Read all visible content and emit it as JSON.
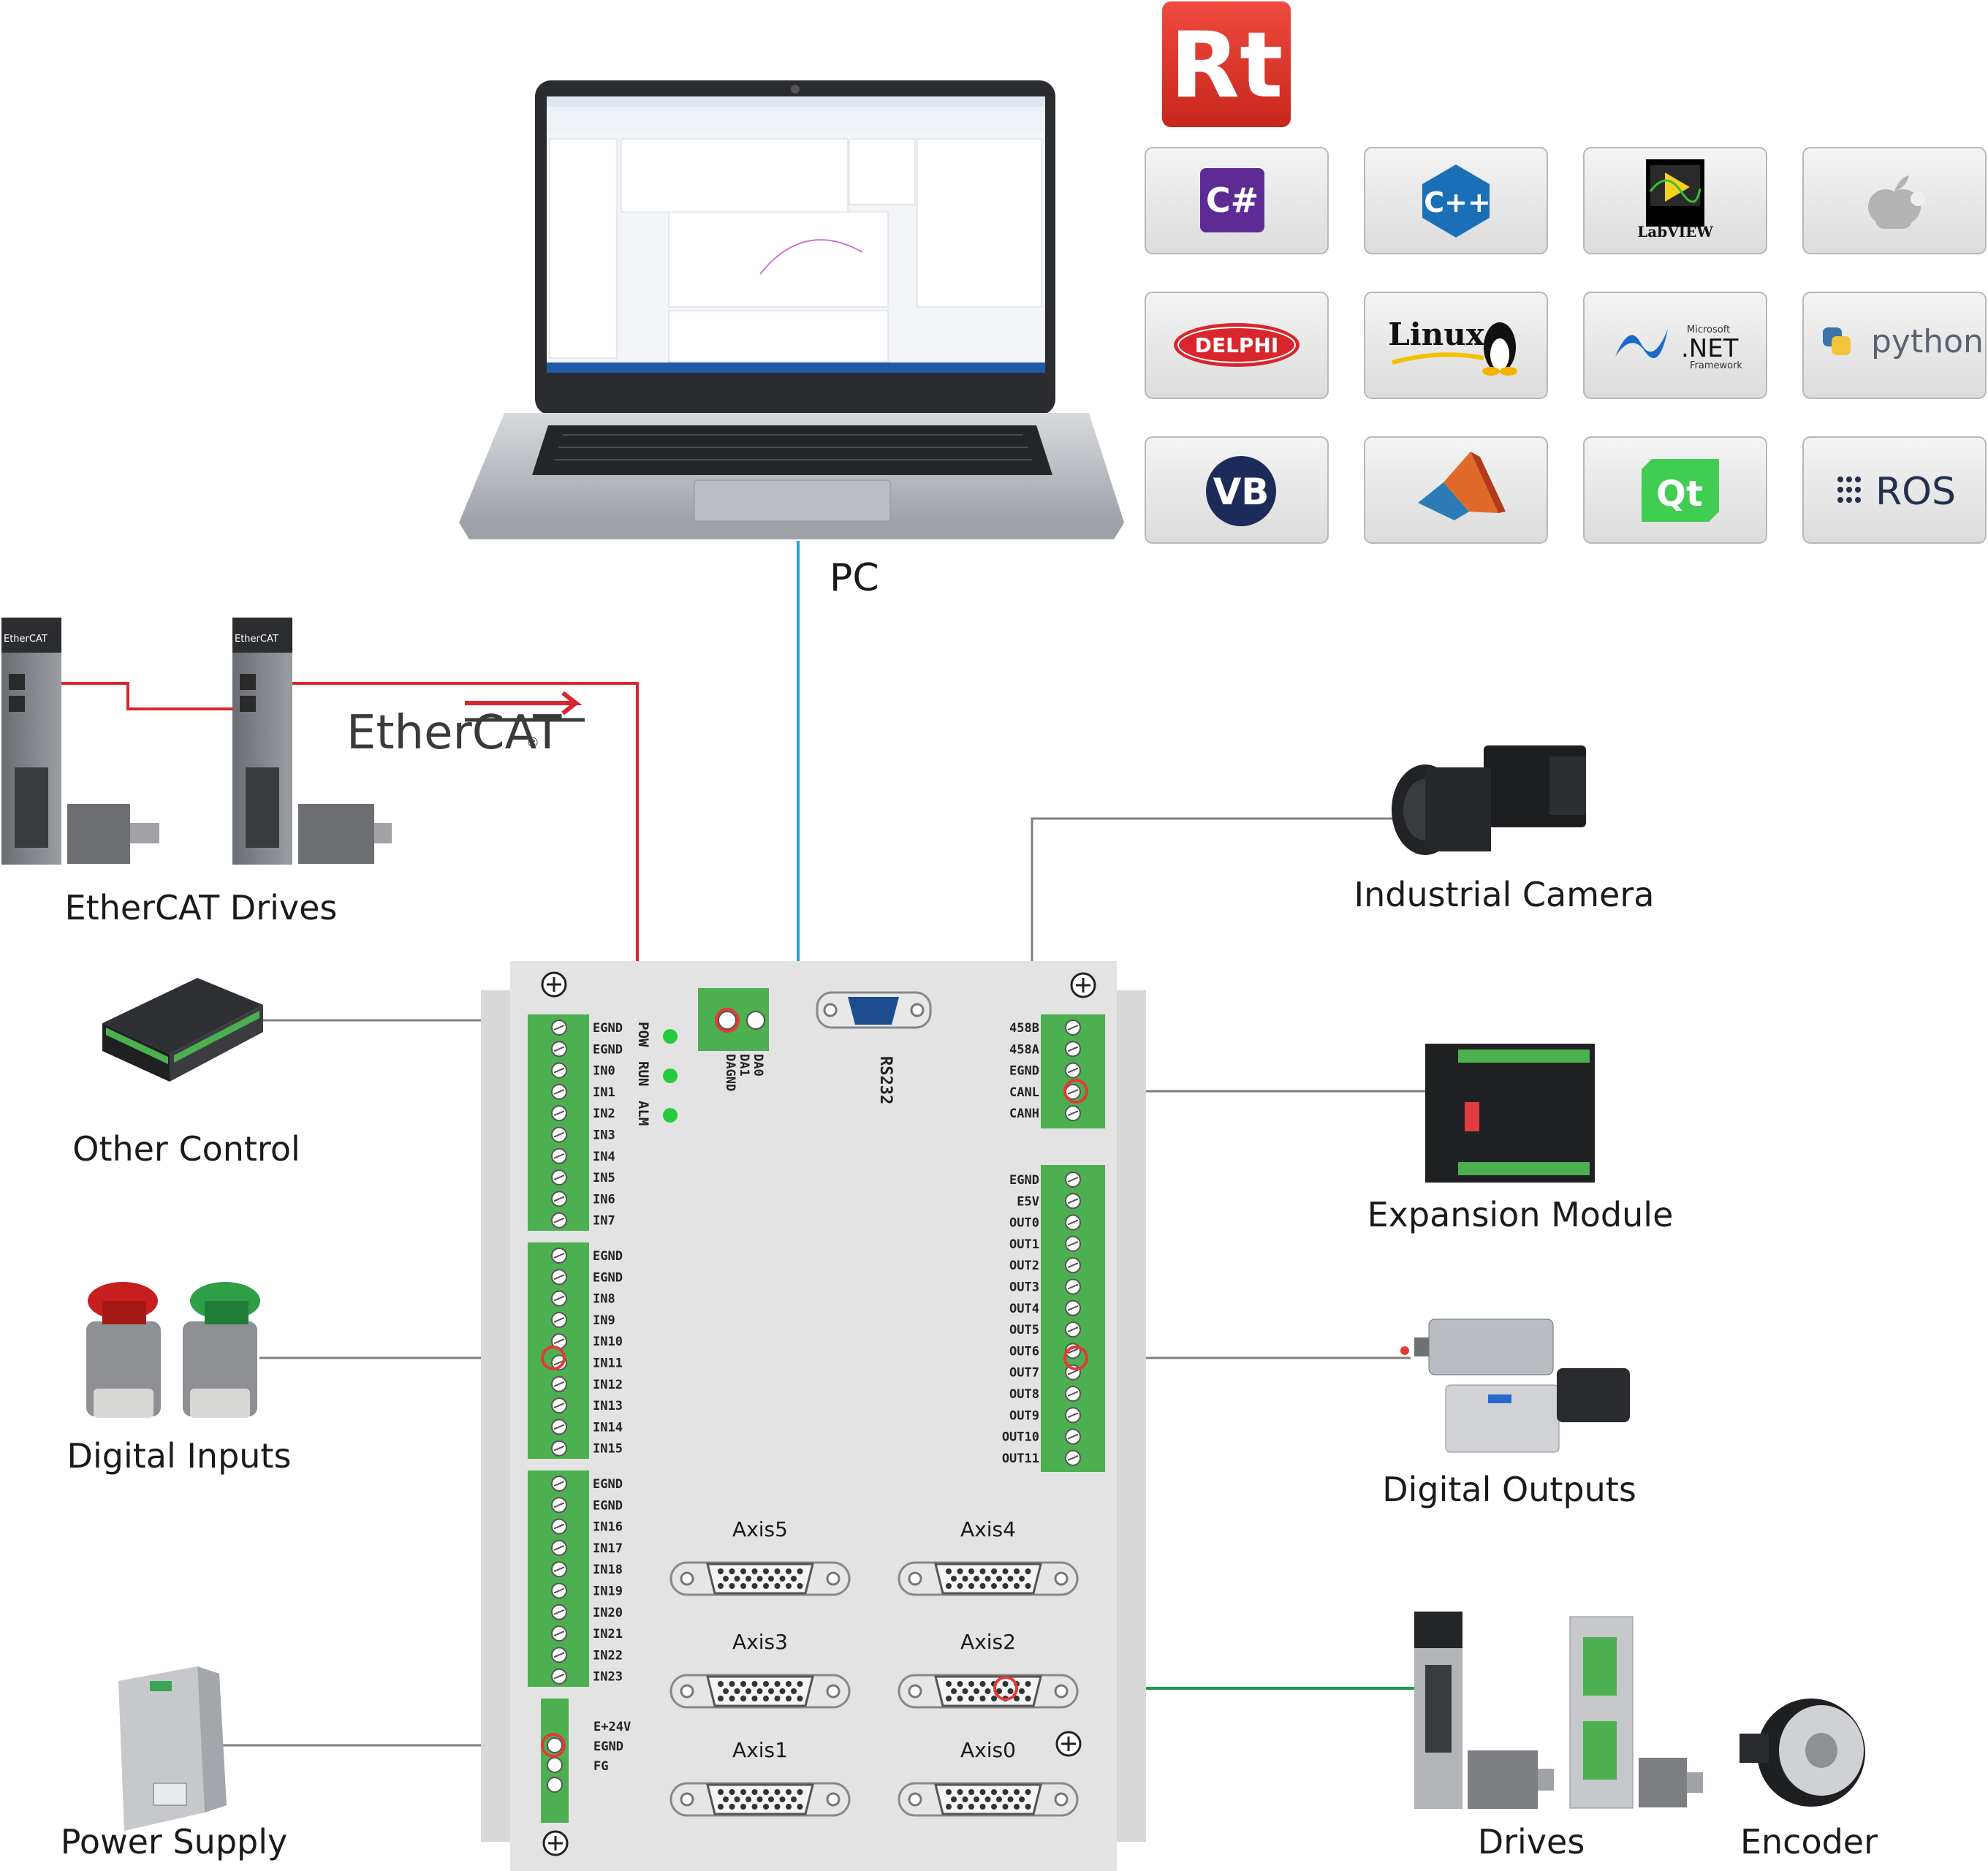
{
  "colors": {
    "ethercat_line": "#d9262c",
    "pc_line": "#2a9fd8",
    "device_line": "#777777",
    "drive_line": "#1a9a50",
    "terminal_green": "#4caf50",
    "board": "#e2e2e2",
    "led_green": "#27c93f",
    "accent_red": "#e53935"
  },
  "logos": {
    "rt": "Rt",
    "csharp": "C#",
    "cpp": "C++",
    "labview": "LabVIEW",
    "apple": "apple-icon",
    "delphi": "DELPHI",
    "linux": "Linux",
    "dotnet_brand": "Microsoft",
    "dotnet": ".NET",
    "dotnet_sub": "Framework",
    "python": "python",
    "vb": "VB",
    "matlab": "matlab-icon",
    "qt": "Qt",
    "ros": "ROS"
  },
  "labels": {
    "pc": "PC",
    "ethercat_logo": "EtherCAT",
    "ethercat_mark": "®",
    "ethercat_drives": "EtherCAT Drives",
    "ethercat_drive_brand": "EtherCAT",
    "other_control": "Other Control",
    "digital_inputs": "Digital Inputs",
    "power_supply": "Power Supply",
    "industrial_camera": "Industrial Camera",
    "expansion_module": "Expansion Module",
    "digital_outputs": "Digital Outputs",
    "drives": "Drives",
    "encoder": "Encoder"
  },
  "board": {
    "rs232": "RS232",
    "leds": [
      "POW",
      "RUN",
      "ALM"
    ],
    "analog_pins": [
      "DA0",
      "DA1",
      "DAGND"
    ],
    "input_block_1": [
      "EGND",
      "EGND",
      "IN0",
      "IN1",
      "IN2",
      "IN3",
      "IN4",
      "IN5",
      "IN6",
      "IN7"
    ],
    "input_block_2": [
      "EGND",
      "EGND",
      "IN8",
      "IN9",
      "IN10",
      "IN11",
      "IN12",
      "IN13",
      "IN14",
      "IN15"
    ],
    "input_block_3": [
      "EGND",
      "EGND",
      "IN16",
      "IN17",
      "IN18",
      "IN19",
      "IN20",
      "IN21",
      "IN22",
      "IN23"
    ],
    "power_pins": [
      "E+24V",
      "EGND",
      "FG"
    ],
    "comm_pins": [
      "458B",
      "458A",
      "EGND",
      "CANL",
      "CANH"
    ],
    "output_pins": [
      "EGND",
      "E5V",
      "OUT0",
      "OUT1",
      "OUT2",
      "OUT3",
      "OUT4",
      "OUT5",
      "OUT6",
      "OUT7",
      "OUT8",
      "OUT9",
      "OUT10",
      "OUT11"
    ],
    "axes": [
      "Axis5",
      "Axis4",
      "Axis3",
      "Axis2",
      "Axis1",
      "Axis0"
    ]
  }
}
